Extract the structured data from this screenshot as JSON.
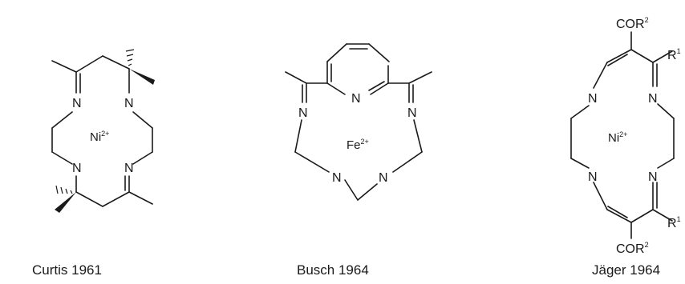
{
  "structures": [
    {
      "id": "curtis",
      "metal": "Ni",
      "charge": "2+",
      "n_label": "N",
      "caption": "Curtis 1961"
    },
    {
      "id": "busch",
      "metal": "Fe",
      "charge": "2+",
      "n_label": "N",
      "caption": "Busch 1964"
    },
    {
      "id": "jager",
      "metal": "Ni",
      "charge": "2+",
      "n_label": "N",
      "substituent_top": "COR",
      "substituent_top_sup": "2",
      "substituent_bottom": "COR",
      "substituent_bottom_sup": "2",
      "r_label": "R",
      "r_sup": "1",
      "caption": "Jäger 1964"
    }
  ]
}
